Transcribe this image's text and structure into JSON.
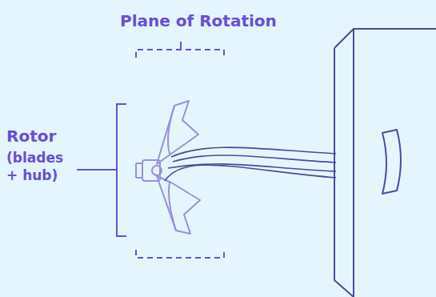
{
  "diagram": {
    "labels": [
      "Plane of Rotation",
      "Rotor",
      "(blades + hub)"
    ]
  }
}
